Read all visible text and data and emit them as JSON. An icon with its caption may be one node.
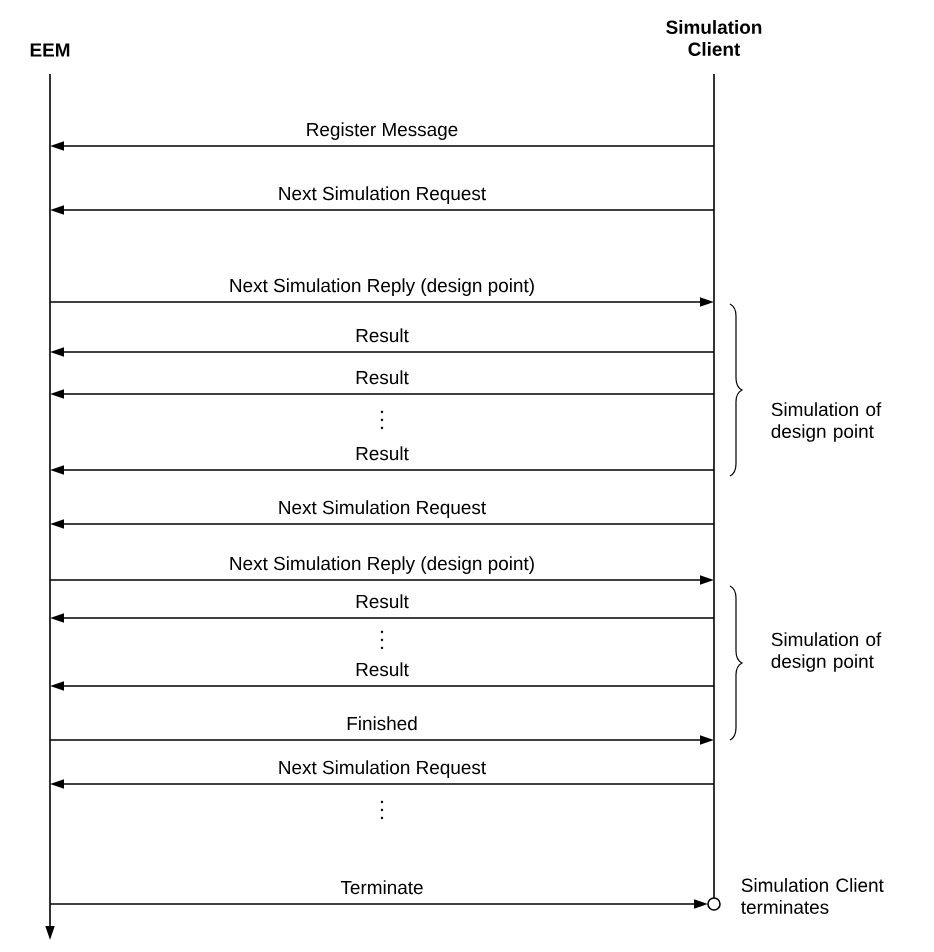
{
  "diagram": {
    "nodes": [
      {
        "text": [
          "EEM"
        ]
      },
      {
        "text": [
          "Simulation Client"
        ]
      }
    ],
    "edges": [
      {
        "from": 1,
        "to": 0,
        "arrow": "to",
        "label": "Register Message"
      },
      {
        "from": 1,
        "to": 0,
        "arrow": "to",
        "label": "Next Simulation Request"
      },
      {
        "from": 0,
        "to": 1,
        "arrow": "to",
        "label": "Next Simulation Reply (design point)"
      },
      {
        "from": 1,
        "to": 0,
        "arrow": "to",
        "label": "Result"
      },
      {
        "from": 1,
        "to": 0,
        "arrow": "to",
        "label": "Result"
      },
      {
        "from": 1,
        "to": 0,
        "arrow": "to",
        "label": "Result"
      },
      {
        "from": 1,
        "to": 0,
        "arrow": "to",
        "label": "Next Simulation Request"
      },
      {
        "from": 0,
        "to": 1,
        "arrow": "to",
        "label": "Next Simulation Reply (design point)"
      },
      {
        "from": 1,
        "to": 0,
        "arrow": "to",
        "label": "Result"
      },
      {
        "from": 1,
        "to": 0,
        "arrow": "to",
        "label": "Result"
      },
      {
        "from": 0,
        "to": 1,
        "arrow": "to",
        "label": "Finished"
      },
      {
        "from": 1,
        "to": 0,
        "arrow": "to",
        "label": "Next Simulation Request"
      },
      {
        "from": 0,
        "to": 1,
        "arrow": "to",
        "label": "Terminate"
      }
    ],
    "labels": [
      "Simulation of design point",
      "Simulation of design point",
      "Simulation Client terminates"
    ]
  }
}
